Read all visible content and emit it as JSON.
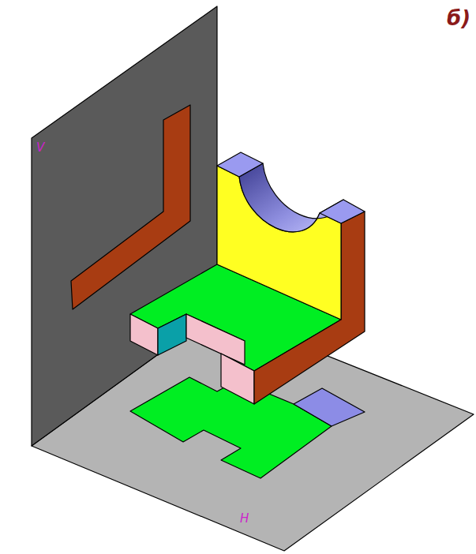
{
  "diagram": {
    "labels": [
      "V",
      "H",
      "б)"
    ]
  }
}
